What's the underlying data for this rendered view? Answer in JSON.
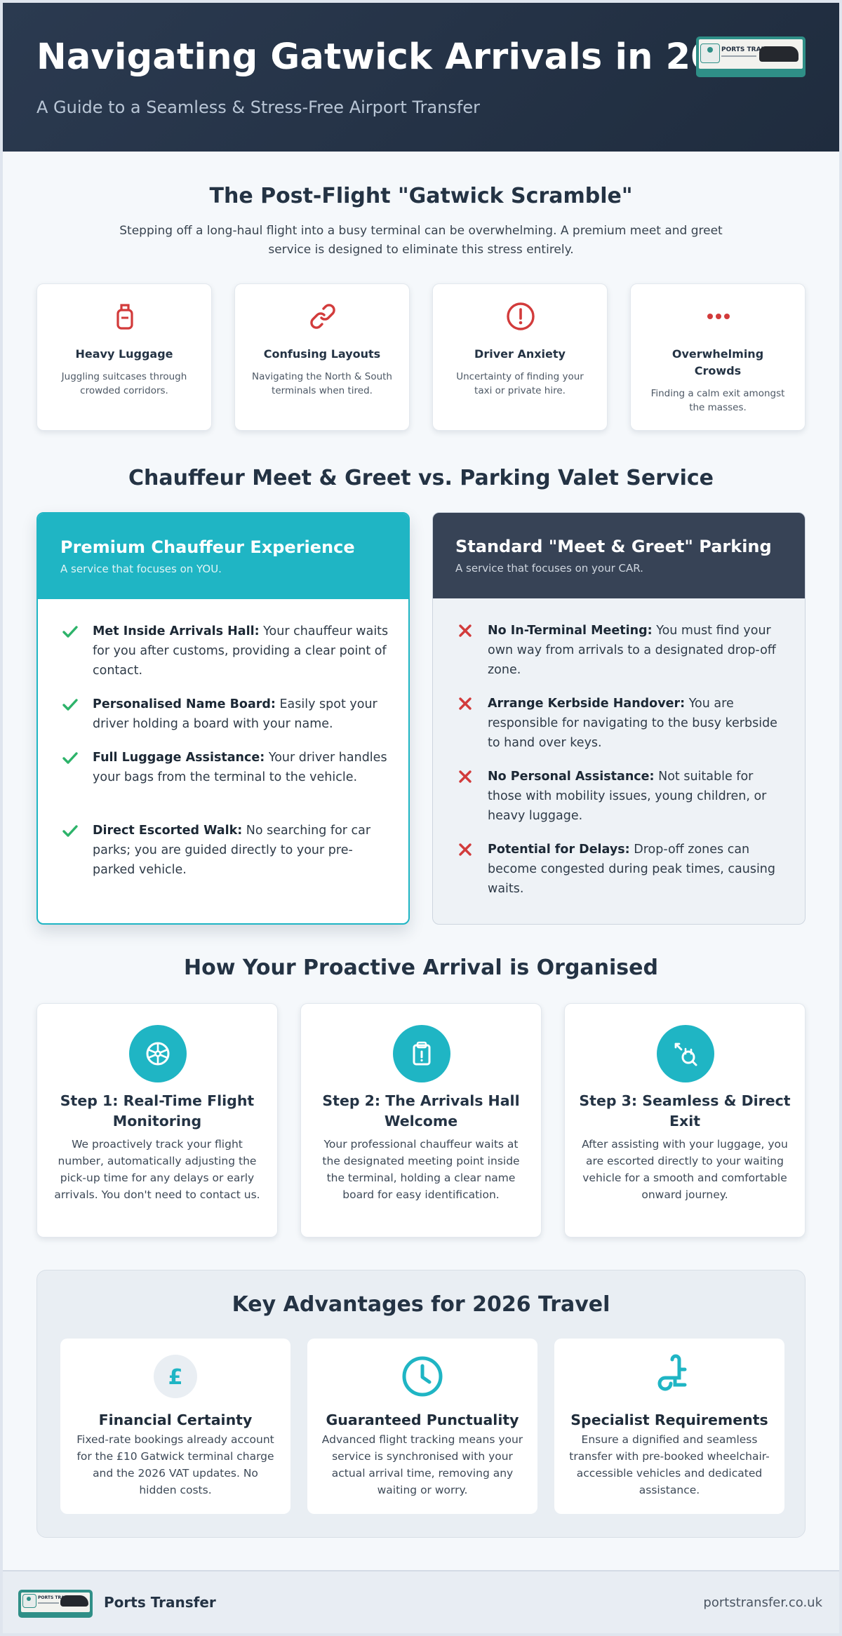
{
  "header": {
    "title": "Navigating Gatwick Arrivals in 2026",
    "subtitle": "A Guide to a Seamless & Stress-Free Airport Transfer",
    "logo_text": "PORTS TRANSFER"
  },
  "scramble": {
    "title": "The Post-Flight \"Gatwick Scramble\"",
    "intro": "Stepping off a long-haul flight into a busy terminal can be overwhelming. A premium meet and greet service is designed to eliminate this stress entirely.",
    "cards": [
      {
        "icon": "luggage-icon",
        "title": "Heavy Luggage",
        "text": "Juggling suitcases through crowded corridors."
      },
      {
        "icon": "link-icon",
        "title": "Confusing Layouts",
        "text": "Navigating the North & South terminals when tired."
      },
      {
        "icon": "alert-icon",
        "title": "Driver Anxiety",
        "text": "Uncertainty of finding your taxi or private hire."
      },
      {
        "icon": "dots-icon",
        "title": "Overwhelming Crowds",
        "text": "Finding a calm exit amongst the masses."
      }
    ]
  },
  "comparison": {
    "title": "Chauffeur Meet & Greet vs. Parking Valet Service",
    "premium": {
      "title": "Premium Chauffeur Experience",
      "subtitle": "A service that focuses on YOU.",
      "items": [
        {
          "bold": "Met Inside Arrivals Hall:",
          "text": " Your chauffeur waits for you after customs, providing a clear point of contact."
        },
        {
          "bold": "Personalised Name Board:",
          "text": " Easily spot your driver holding a board with your name."
        },
        {
          "bold": "Full Luggage Assistance:",
          "text": " Your driver handles your bags from the terminal to the vehicle."
        },
        {
          "bold": "Direct Escorted Walk:",
          "text": " No searching for car parks; you are guided directly to your pre-parked vehicle."
        }
      ]
    },
    "standard": {
      "title": "Standard \"Meet & Greet\" Parking",
      "subtitle": "A service that focuses on your CAR.",
      "items": [
        {
          "bold": "No In-Terminal Meeting:",
          "text": " You must find your own way from arrivals to a designated drop-off zone."
        },
        {
          "bold": "Arrange Kerbside Handover:",
          "text": " You are responsible for navigating to the busy kerbside to hand over keys."
        },
        {
          "bold": "No Personal Assistance:",
          "text": " Not suitable for those with mobility issues, young children, or heavy luggage."
        },
        {
          "bold": "Potential for Delays:",
          "text": " Drop-off zones can become congested during peak times, causing waits."
        }
      ]
    }
  },
  "steps": {
    "title": "How Your Proactive Arrival is Organised",
    "items": [
      {
        "icon": "steering-wheel-icon",
        "title": "Step 1: Real-Time Flight Monitoring",
        "text": "We proactively track your flight number, automatically adjusting the pick-up time for any delays or early arrivals. You don't need to contact us."
      },
      {
        "icon": "clipboard-icon",
        "title": "Step 2: The Arrivals Hall Welcome",
        "text": "Your professional chauffeur waits at the designated meeting point inside the terminal, holding a clear name board for easy identification."
      },
      {
        "icon": "exit-icon",
        "title": "Step 3: Seamless & Direct Exit",
        "text": "After assisting with your luggage, you are escorted directly to your waiting vehicle for a smooth and comfortable onward journey."
      }
    ]
  },
  "advantages": {
    "title": "Key Advantages for 2026 Travel",
    "items": [
      {
        "icon": "pound-icon",
        "symbol": "£",
        "title": "Financial Certainty",
        "text": "Fixed-rate bookings already account for the £10 Gatwick terminal charge and the 2026 VAT updates. No hidden costs."
      },
      {
        "icon": "clock-icon",
        "title": "Guaranteed Punctuality",
        "text": "Advanced flight tracking means your service is synchronised with your actual arrival time, removing any waiting or worry."
      },
      {
        "icon": "wheelchair-icon",
        "title": "Specialist Requirements",
        "text": "Ensure a dignified and seamless transfer with pre-booked wheelchair-accessible vehicles and dedicated assistance."
      }
    ]
  },
  "footer": {
    "brand": "Ports Transfer",
    "url": "portstransfer.co.uk"
  },
  "colors": {
    "accent": "#1fb5c4",
    "navy": "#243344",
    "alert_red": "#d23b3b",
    "check_green": "#2db36a"
  }
}
